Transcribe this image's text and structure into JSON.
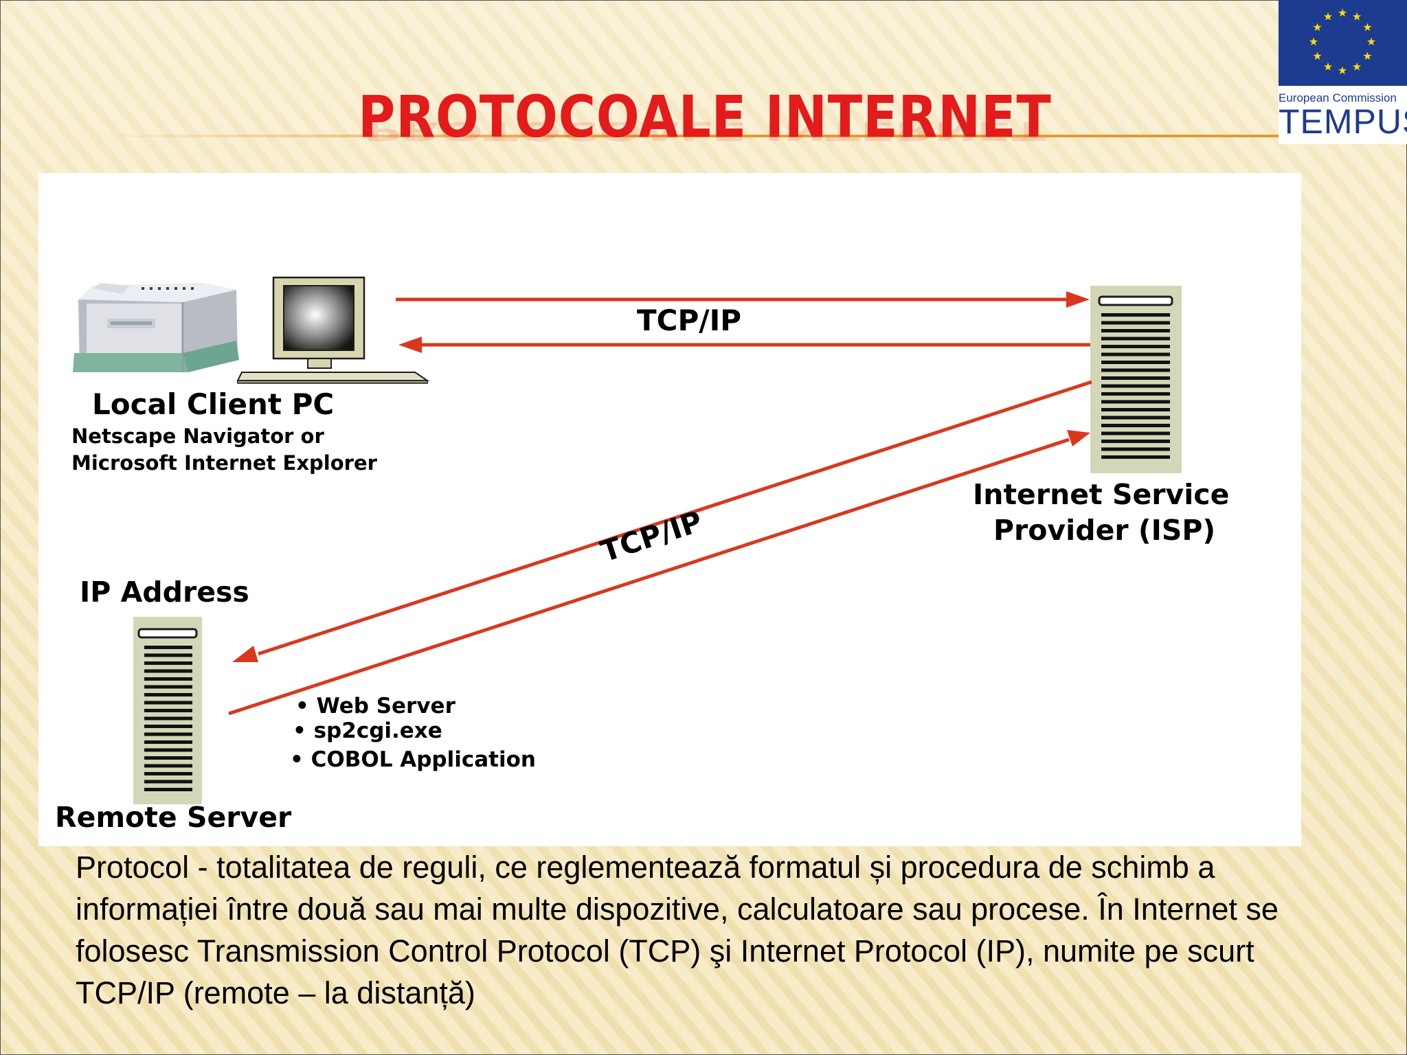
{
  "slide": {
    "title": "PROTOCOALE INTERNET"
  },
  "logo": {
    "commission": "European Commission",
    "program": "TEMPUS"
  },
  "diagram": {
    "client": {
      "title": "Local Client PC",
      "browser_line1": "Netscape Navigator or",
      "browser_line2": "Microsoft Internet Explorer"
    },
    "isp": {
      "line1": "Internet Service",
      "line2": "Provider (ISP)"
    },
    "remote": {
      "ip_label": "IP Address",
      "title": "Remote Server",
      "components": [
        "• Web Server",
        "• sp2cgi.exe",
        "• COBOL Application"
      ]
    },
    "link_top_label": "TCP/IP",
    "link_diagonal_label": "TCP/IP"
  },
  "description": "Protocol - totalitatea de reguli, ce reglementează formatul și procedura de schimb a informației între două sau mai multe dispozitive, calculatoare sau procese. În Internet se folosesc Transmission Control Protocol (TCP) şi Internet Protocol (IP), numite pe scurt TCP/IP (remote – la distanță)",
  "colors": {
    "title": "#e31b1b",
    "arrow": "#d9381e",
    "eu_blue": "#1d3b8f",
    "eu_star": "#ffdd00"
  }
}
